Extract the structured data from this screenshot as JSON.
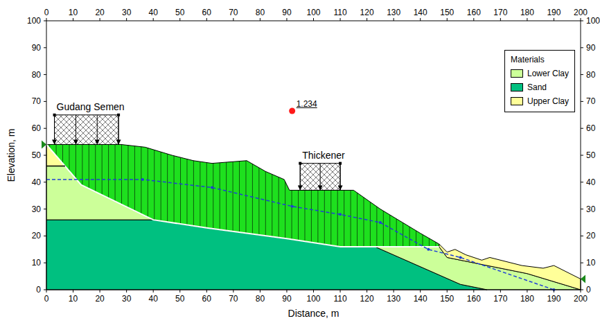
{
  "diagram": {
    "nodes": [
      {
        "text": [
          "Gudang Semen"
        ]
      },
      {
        "text": [
          "Thickener"
        ]
      }
    ],
    "labels": [
      "0",
      "10",
      "20",
      "30",
      "40",
      "50",
      "60",
      "70",
      "80",
      "90",
      "100",
      "110",
      "120",
      "130",
      "140",
      "150",
      "160",
      "170",
      "180",
      "190",
      "200",
      "0",
      "10",
      "20",
      "30",
      "40",
      "50",
      "60",
      "70",
      "80",
      "90",
      "100",
      "110",
      "120",
      "130",
      "140",
      "150",
      "160",
      "170",
      "180",
      "190",
      "200",
      "0",
      "10",
      "20",
      "30",
      "40",
      "50",
      "60",
      "70",
      "80",
      "90",
      "100",
      "0",
      "10",
      "20",
      "30",
      "40",
      "50",
      "60",
      "70",
      "80",
      "90",
      "100",
      "Distance, m",
      "Elevation, m",
      "1.234",
      "Materials"
    ],
    "legend": [
      {
        "text": "Lower Clay",
        "color": "#ccff99"
      },
      {
        "text": "Sand",
        "color": "#00c080"
      },
      {
        "text": "Upper Clay",
        "color": "#ffff99"
      }
    ]
  }
}
